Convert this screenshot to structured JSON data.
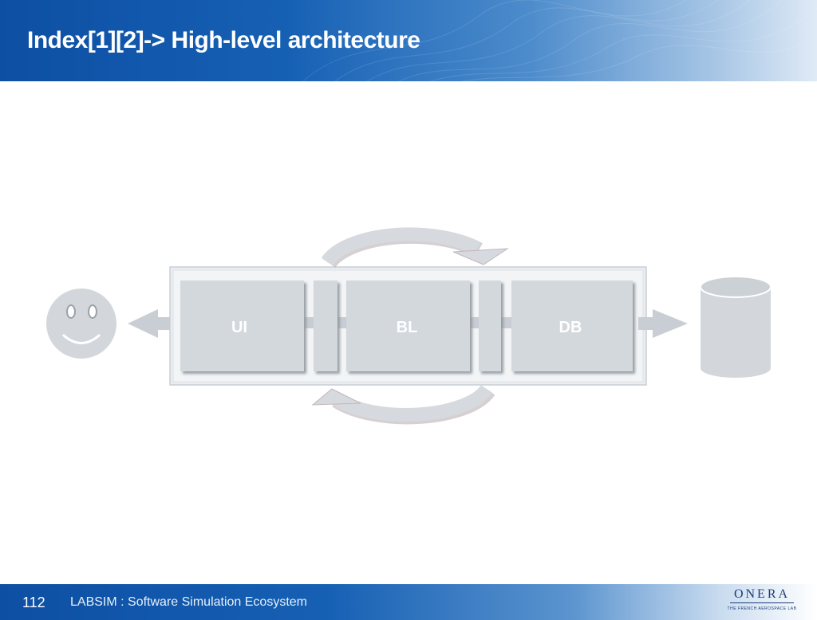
{
  "slide": {
    "title": "Index[1][2]-> High-level architecture"
  },
  "diagram": {
    "layers": [
      {
        "label": "UI"
      },
      {
        "label": "BL"
      },
      {
        "label": "DB"
      }
    ],
    "colors": {
      "box": "#d3d8dd",
      "box_shadow": "#9aa1a8",
      "container": "#eef1f4",
      "arrow": "#c9ced4",
      "icon": "#d3d7dc"
    },
    "icons": [
      "user-smiley-icon",
      "database-cylinder-icon"
    ]
  },
  "footer": {
    "page_number": "112",
    "caption": "LABSIM : Software Simulation Ecosystem",
    "logo_word": "ONERA",
    "logo_tagline": "THE FRENCH AEROSPACE LAB"
  }
}
